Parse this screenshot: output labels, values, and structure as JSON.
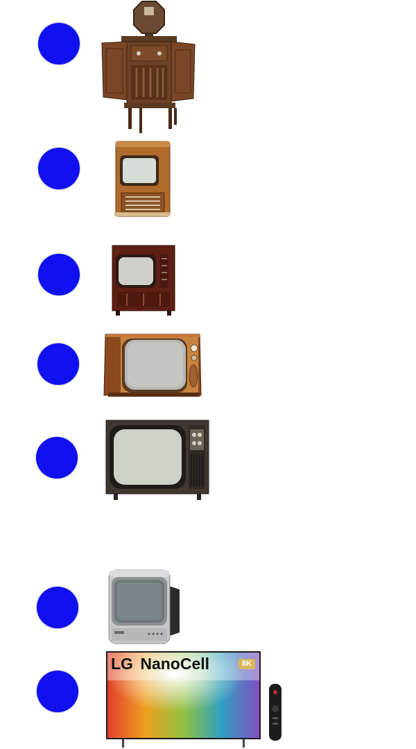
{
  "timeline": {
    "items": [
      {
        "name": "mechanical-console-tv"
      },
      {
        "name": "wooden-tabletop-tv"
      },
      {
        "name": "mahogany-cabinet-tv"
      },
      {
        "name": "wood-veneer-tv"
      },
      {
        "name": "gray-cabinet-tv"
      },
      {
        "name": "silver-crt-tv"
      },
      {
        "name": "lg-nanocell-tv"
      }
    ],
    "marker_color": "#1010f0"
  },
  "lg_tv": {
    "brand": "LG",
    "model": "NanoCell",
    "badge": "8K"
  },
  "icons": [
    "timeline-dot",
    "tv-illustration",
    "remote-control-icon"
  ]
}
